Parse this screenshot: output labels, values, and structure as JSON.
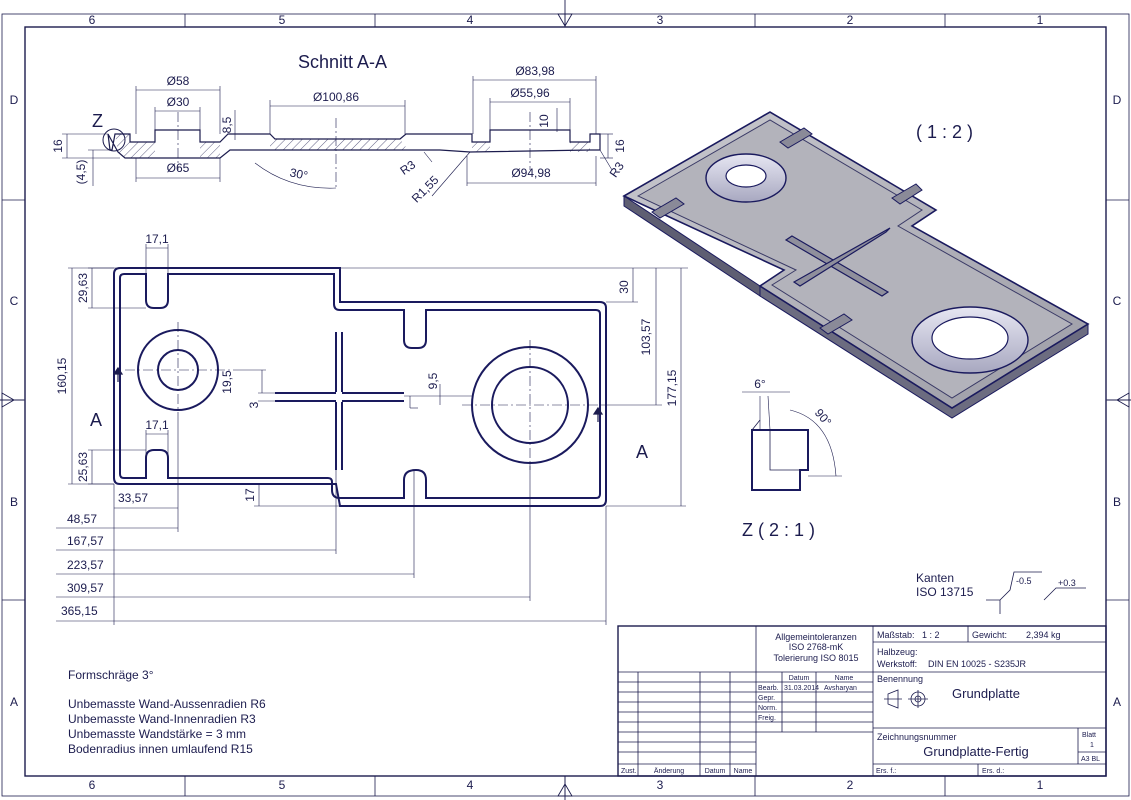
{
  "frame": {
    "columns_top": [
      "6",
      "5",
      "4",
      "3",
      "2",
      "1"
    ],
    "columns_bottom": [
      "6",
      "5",
      "4",
      "3",
      "2",
      "1"
    ],
    "rows": [
      "D",
      "C",
      "B",
      "A"
    ]
  },
  "section": {
    "title": "Schnitt A-A",
    "detail_marker": "Z",
    "dims": {
      "d58": "Ø58",
      "d30": "Ø30",
      "d65": "Ø65",
      "d10086": "Ø100,86",
      "d8398": "Ø83,98",
      "d5596": "Ø55,96",
      "d9498": "Ø94,98",
      "h85": "8,5",
      "h10": "10",
      "h16_left": "16",
      "h16_right": "16",
      "h45": "(4,5)",
      "angle30": "30°",
      "r3a": "R3",
      "r3b": "R3",
      "r155": "R1,55"
    }
  },
  "plan": {
    "section_label_left": "A",
    "section_label_right": "A",
    "dims": {
      "w171_top": "17,1",
      "w171_bot": "17,1",
      "h2963": "29,63",
      "h2563": "25,63",
      "h16015": "160,15",
      "h30": "30",
      "h10357": "103,57",
      "h17715": "177,15",
      "h195": "19,5",
      "h3": "3",
      "h95": "9,5",
      "h17": "17",
      "x3357": "33,57",
      "x4857": "48,57",
      "x16757": "167,57",
      "x22357": "223,57",
      "x30957": "309,57",
      "x36515": "365,15"
    }
  },
  "iso_view": {
    "scale": "( 1 : 2 )"
  },
  "detail_z": {
    "title": "Z ( 2 : 1 )",
    "angle6": "6°",
    "angle90": "90°"
  },
  "edges": {
    "label1": "Kanten",
    "label2": "ISO 13715",
    "sym1": "-0.5",
    "sym2": "+0.3"
  },
  "notes": [
    "Formschräge 3°",
    "Unbemasste Wand-Aussenradien R6",
    "Unbemasste Wand-Innenradien R3",
    "Unbemasste Wandstärke = 3 mm",
    "Bodenradius innen umlaufend R15"
  ],
  "title_block": {
    "tol1": "Allgemeintoleranzen",
    "tol2": "ISO 2768-mK",
    "tol3": "Tolerierung ISO 8015",
    "scale_label": "Maßstab:",
    "scale_value": "1 : 2",
    "weight_label": "Gewicht:",
    "weight_value": "2,394 kg",
    "semi_label": "Halbzeug:",
    "material_label": "Werkstoff:",
    "material_value": "DIN EN 10025 - S235JR",
    "datum": "Datum",
    "name": "Name",
    "bearb": "Bearb.",
    "bearb_date": "31.03.2014",
    "bearb_name": "Avsharyan",
    "gepr": "Gepr.",
    "norm": "Norm.",
    "freig": "Freig.",
    "designation_label": "Benennung",
    "designation_value": "Grundplatte",
    "drawing_no_label": "Zeichnungsnummer",
    "drawing_no_value": "Grundplatte-Fertig",
    "sheet_label": "Blatt",
    "sheet_value": "1",
    "format": "A3 BL",
    "ers_fuer": "Ers. f.:",
    "ers_durch": "Ers. d.:",
    "zust": "Zust.",
    "aenderung": "Änderung",
    "datum2": "Datum",
    "name2": "Name"
  }
}
